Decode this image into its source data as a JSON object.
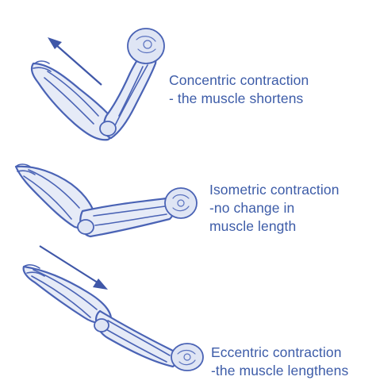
{
  "diagram": {
    "concentric": {
      "line1": "Concentric contraction",
      "line2": "- the muscle shortens"
    },
    "isometric": {
      "line1": "Isometric contraction",
      "line2": "-no change in",
      "line3": "muscle length"
    },
    "eccentric": {
      "line1": "Eccentric contraction",
      "line2": "-the muscle lengthens"
    }
  },
  "colors": {
    "text": "#3d5ca8",
    "line": "#4a63b5",
    "fill": "#e6ebf7"
  }
}
